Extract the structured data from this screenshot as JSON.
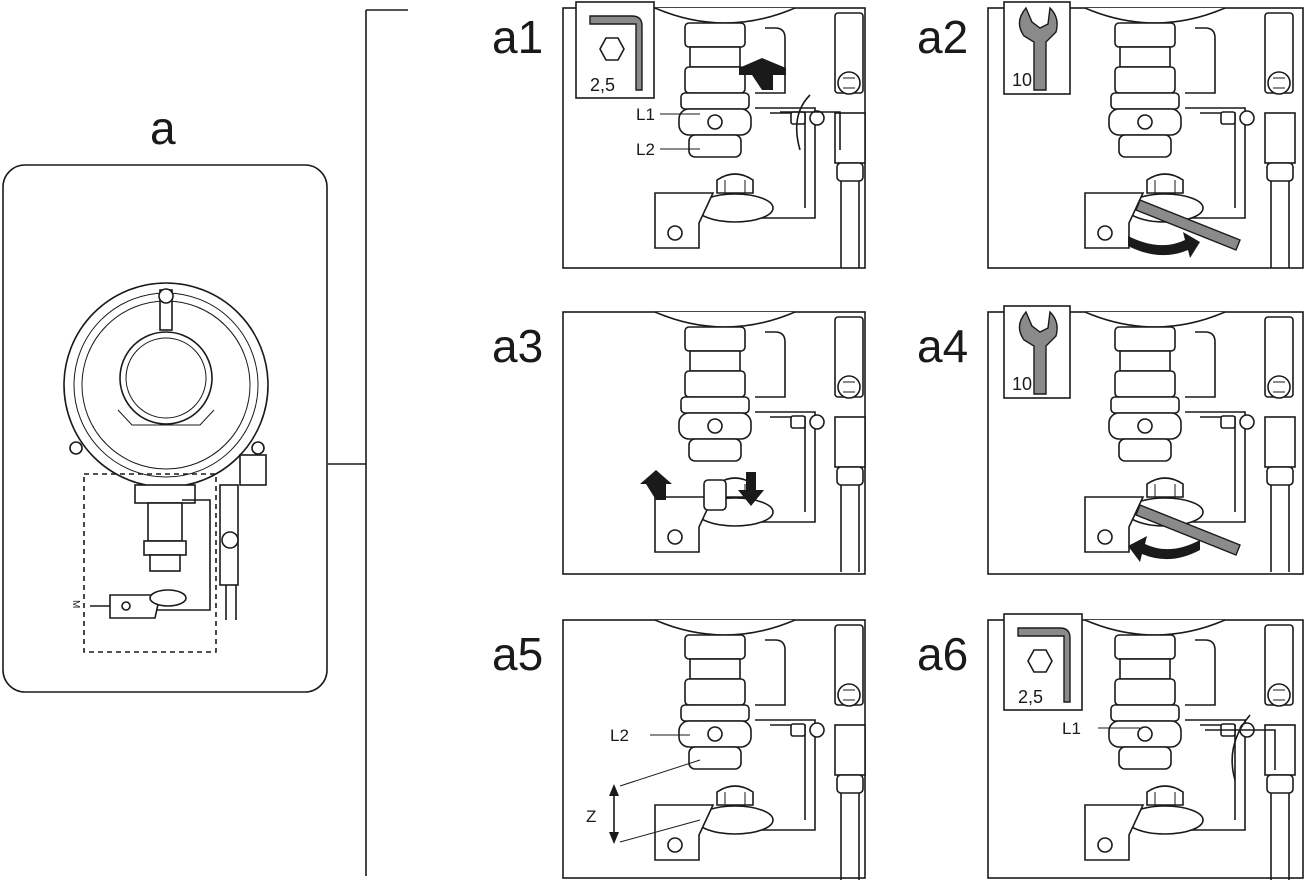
{
  "labels": {
    "main": "a",
    "steps": [
      "a1",
      "a2",
      "a3",
      "a4",
      "a5",
      "a6"
    ],
    "l1": "L1",
    "l2": "L2",
    "z": "Z",
    "hex_size": "2,5",
    "wrench_size": "10",
    "m": "M"
  },
  "colors": {
    "line": "#1a1a1a",
    "tool_grey": "#8a8a8a",
    "background": "#ffffff"
  },
  "icons": [
    "hex-key-icon",
    "wrench-icon",
    "up-arrow-icon",
    "down-arrow-icon",
    "rotate-arrow-icon"
  ]
}
